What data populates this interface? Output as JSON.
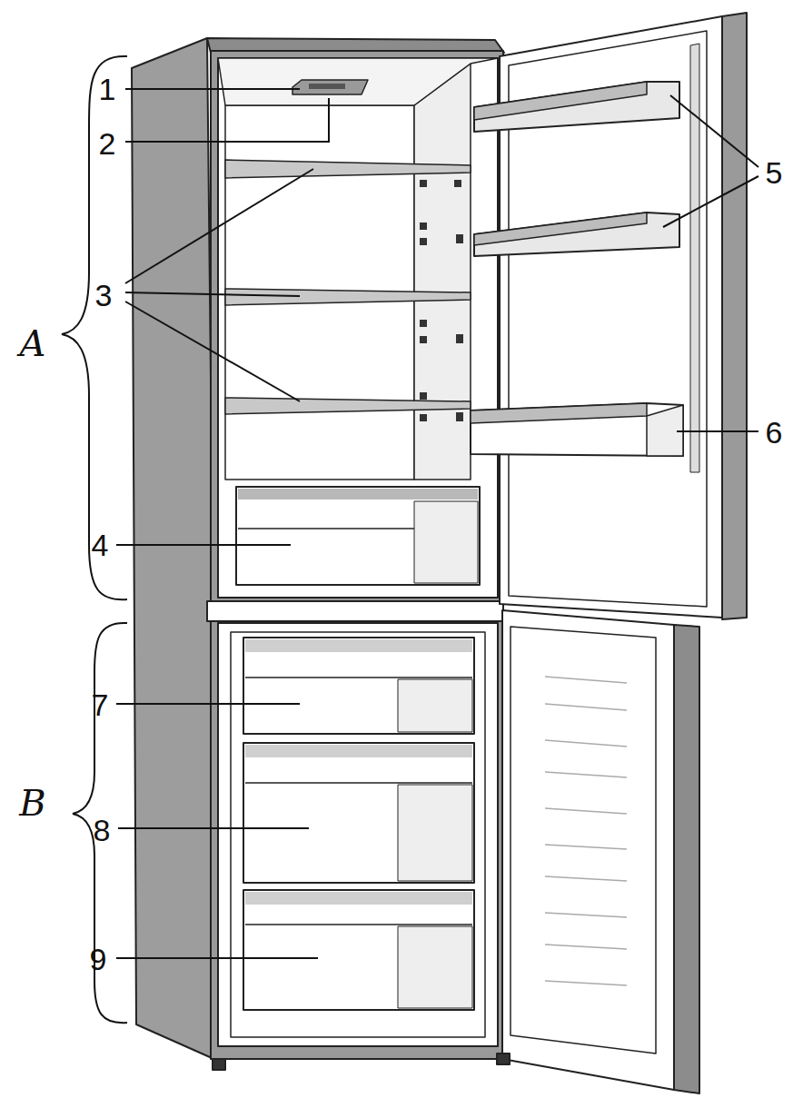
{
  "diagram": {
    "labels": [
      "1",
      "2",
      "5",
      "3",
      "A",
      "6",
      "4",
      "7",
      "B",
      "8",
      "9"
    ]
  }
}
